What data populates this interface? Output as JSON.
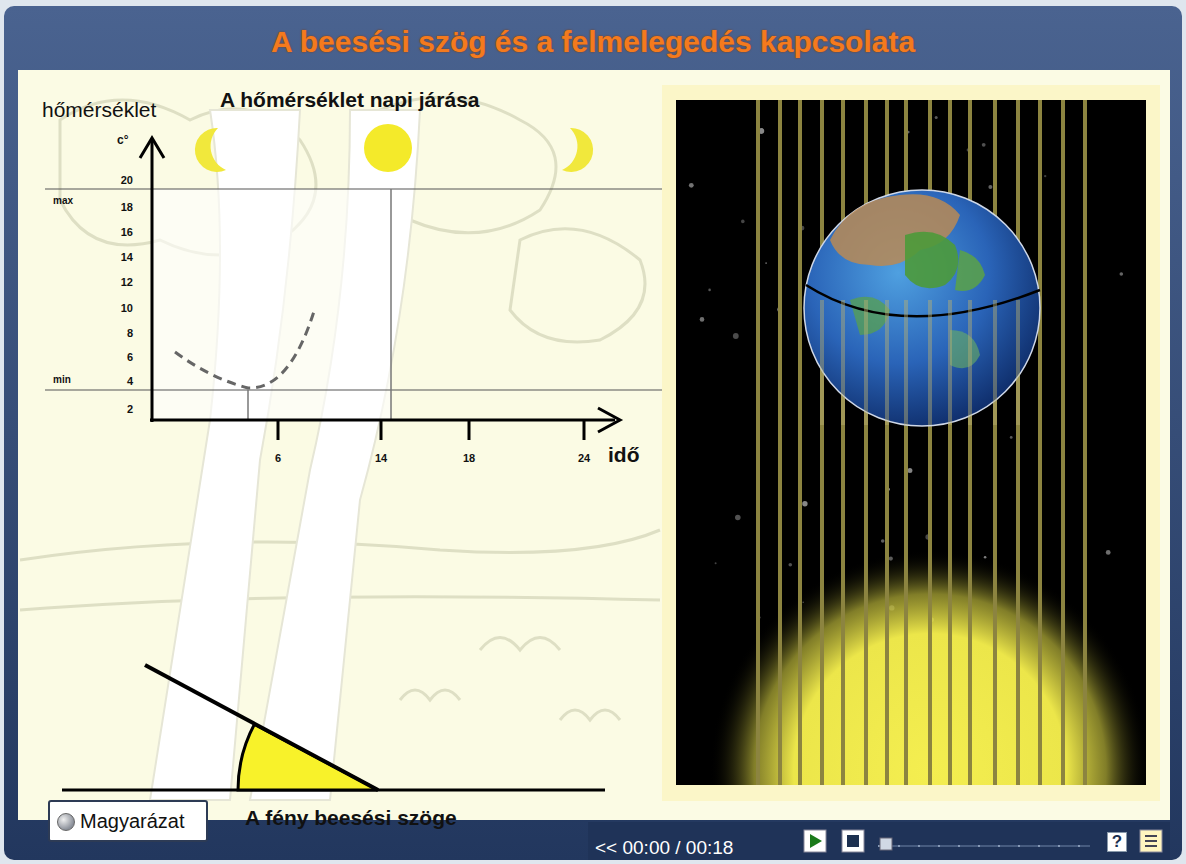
{
  "diagram": {
    "title": "A beesési szög és a felmelegedés kapcsolata",
    "nodes": [
      {
        "text": [
          "Magyarázat"
        ]
      }
    ],
    "labels": [
      "hőmérséklet",
      "A hőmérséklet napi járása",
      "c°",
      "20",
      "18",
      "16",
      "14",
      "12",
      "10",
      "8",
      "6",
      "4",
      "2",
      "max",
      "min",
      "6",
      "14",
      "18",
      "24",
      "idő",
      "A fény beesési szöge",
      "<< 00:00 / 00:18",
      "?"
    ]
  }
}
